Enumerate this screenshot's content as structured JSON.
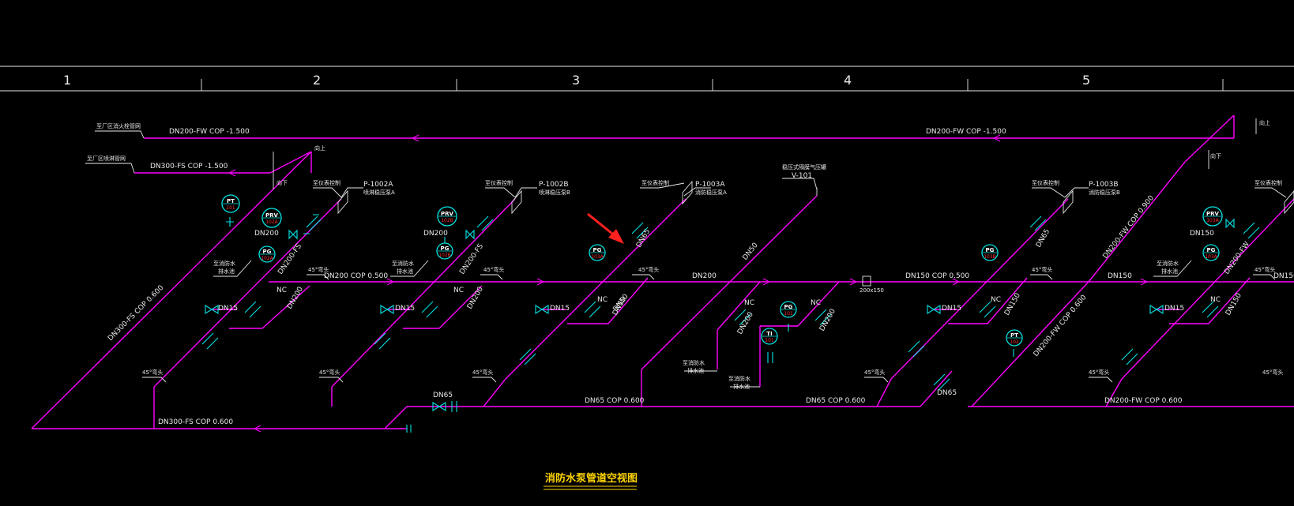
{
  "grid": {
    "columns": [
      "1",
      "2",
      "3",
      "4",
      "5"
    ]
  },
  "title": "消防水泵管道空视图",
  "pipes": {
    "top_fw": "DN200-FW  COP -1.500",
    "top_fw_right": "DN200-FW  COP -1.500",
    "top_fs": "DN300-FS  COP -1.500",
    "source_fw": "至厂区消火栓管网",
    "source_fs": "至厂区喷淋管网",
    "diag_fs": "DN300-FS  COP 0.600",
    "bottom_fs": "DN300-FS  COP 0.600",
    "header_dn200": "DN200  COP 0.500",
    "header_dn200_b": "DN200",
    "header_dn150": "DN150  COP 0.500",
    "header_dn150_b": "DN150",
    "header_dn150_c": "DN150",
    "bottom_dn65": "DN65  COP 0.600",
    "bottom_dn65_b": "DN65  COP 0.600",
    "bottom_fw": "DN200-FW  COP 0.600",
    "diag_fw": "DN200-FW  COP 0.600",
    "riser_fw": "DN200-FW  COP 0.900",
    "dn65_valve": "DN65",
    "dn65_right": "DN65",
    "dn50": "DN50",
    "reducer": "200x150",
    "tank_pipe": "DN50"
  },
  "pumps": [
    {
      "tag": "P-1002A",
      "desc": "喷淋稳压泵A",
      "ctrl": "至仪表控制"
    },
    {
      "tag": "P-1002B",
      "desc": "喷淋稳压泵B",
      "ctrl": "至仪表控制"
    },
    {
      "tag": "P-1003A",
      "desc": "消防稳压泵A",
      "ctrl": "至仪表控制"
    },
    {
      "tag": "P-1003B",
      "desc": "消防稳压泵B",
      "ctrl": "至仪表控制"
    }
  ],
  "tank": {
    "tag": "V-101",
    "desc": "稳压式隔膜气压罐"
  },
  "instruments": [
    {
      "type": "PT",
      "tag": "101"
    },
    {
      "type": "PRV",
      "tag": "102A"
    },
    {
      "type": "PG",
      "tag": "102A"
    },
    {
      "type": "PRV",
      "tag": "102B"
    },
    {
      "type": "PG",
      "tag": "102B"
    },
    {
      "type": "PG",
      "tag": "103A"
    },
    {
      "type": "PG",
      "tag": "101"
    },
    {
      "type": "TI",
      "tag": "101"
    },
    {
      "type": "PG",
      "tag": "103B"
    },
    {
      "type": "PT",
      "tag": "102"
    },
    {
      "type": "PRV",
      "tag": "103A"
    },
    {
      "type": "PG",
      "tag": "103A"
    }
  ],
  "branch_labels": {
    "dn200": "DN200",
    "dn200fs": "DN200-FS",
    "dn150": "DN150",
    "dn200fw": "DN200-FW",
    "dn15": "DN15",
    "dn50": "DN50",
    "dn65": "DN65",
    "dn150b": "DN150",
    "nc": "NC",
    "elbow45": "45°弯头",
    "drain": "至消防水\n排水池",
    "drain_l1": "至消防水",
    "drain_l2": "排水池",
    "ctrl": "至仪表控制",
    "up": "向上",
    "down": "向下"
  },
  "annotation": {
    "arrow_color": "#ff2020"
  },
  "colors": {
    "pipe": "#ff00ff",
    "valve": "#00e5e5",
    "line": "#e8e8e8",
    "title": "#ffd400",
    "instrument_tag": "#ff3030",
    "background": "#000000"
  }
}
